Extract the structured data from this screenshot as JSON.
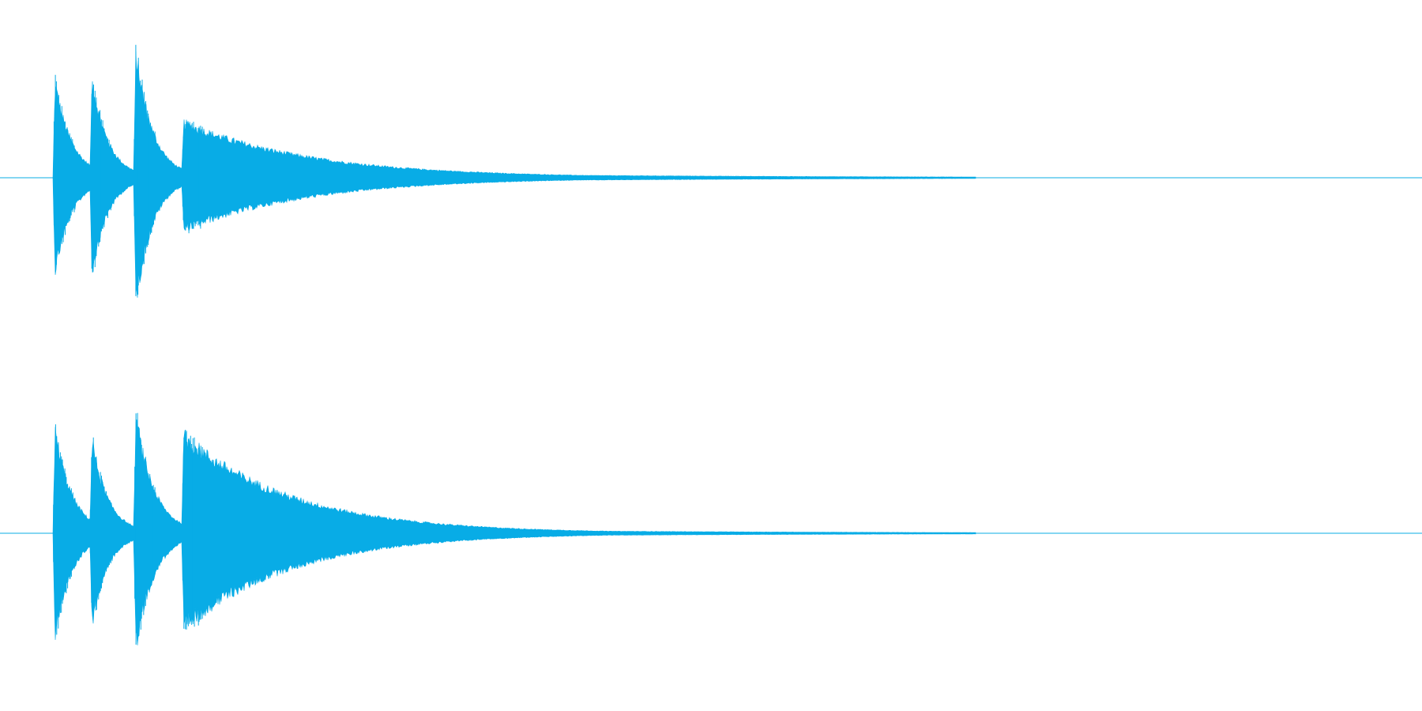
{
  "waveform": {
    "color": "#08ace6",
    "background": "#ffffff",
    "channels": [
      {
        "name": "channel-1",
        "notes": [
          {
            "onset": 0.0,
            "peak_up": 0.65,
            "peak_down": 0.64,
            "decay": 0.3
          },
          {
            "onset": 0.64,
            "peak_up": 0.69,
            "peak_down": 0.66,
            "decay": 0.28
          },
          {
            "onset": 1.4,
            "peak_up": 0.86,
            "peak_down": 0.85,
            "decay": 0.3
          },
          {
            "onset": 2.23,
            "peak_up": 0.34,
            "peak_down": 0.32,
            "decay": 2.2
          }
        ],
        "stray_peaks": [
          {
            "t": 1.5,
            "up": 0.78,
            "down": 0.78
          }
        ]
      },
      {
        "name": "channel-2",
        "notes": [
          {
            "onset": 0.0,
            "peak_up": 0.71,
            "peak_down": 0.7,
            "decay": 0.3
          },
          {
            "onset": 0.64,
            "peak_up": 0.65,
            "peak_down": 0.63,
            "decay": 0.28
          },
          {
            "onset": 1.4,
            "peak_up": 0.8,
            "peak_down": 0.78,
            "decay": 0.32
          },
          {
            "onset": 2.23,
            "peak_up": 0.6,
            "peak_down": 0.58,
            "decay": 1.9
          }
        ],
        "stray_peaks": []
      }
    ]
  }
}
